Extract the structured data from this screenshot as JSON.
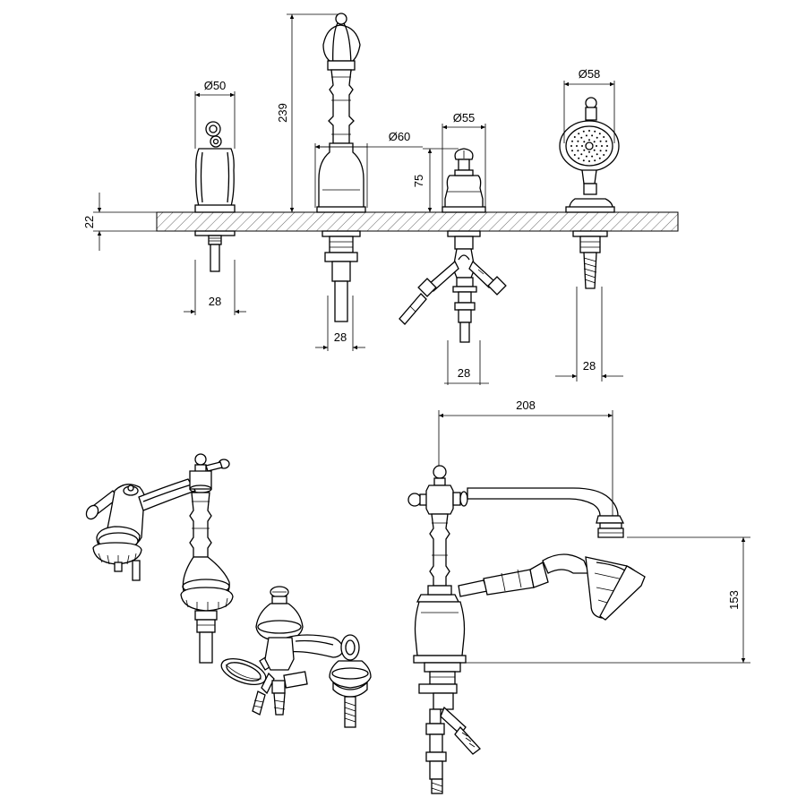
{
  "dimensions": {
    "dia_50": "Ø50",
    "dia_60": "Ø60",
    "dia_55": "Ø55",
    "dia_58": "Ø58",
    "height_239": "239",
    "height_75": "75",
    "deck_22": "22",
    "width_28_a": "28",
    "width_28_b": "28",
    "width_28_c": "28",
    "width_28_d": "28",
    "reach_208": "208",
    "height_153": "153"
  },
  "colors": {
    "line": "#000000",
    "background": "#ffffff"
  }
}
